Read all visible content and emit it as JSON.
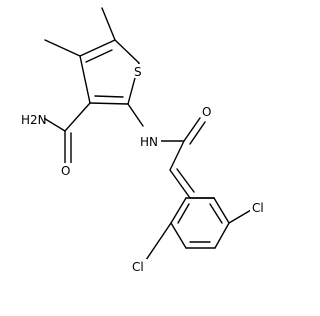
{
  "molecule": {
    "atoms": {
      "s1": "S",
      "amide_nh2": "H2N",
      "amide_o": "O",
      "nh": "HN",
      "acyl_o": "O",
      "cl_upper": "Cl",
      "cl_lower": "Cl"
    }
  }
}
